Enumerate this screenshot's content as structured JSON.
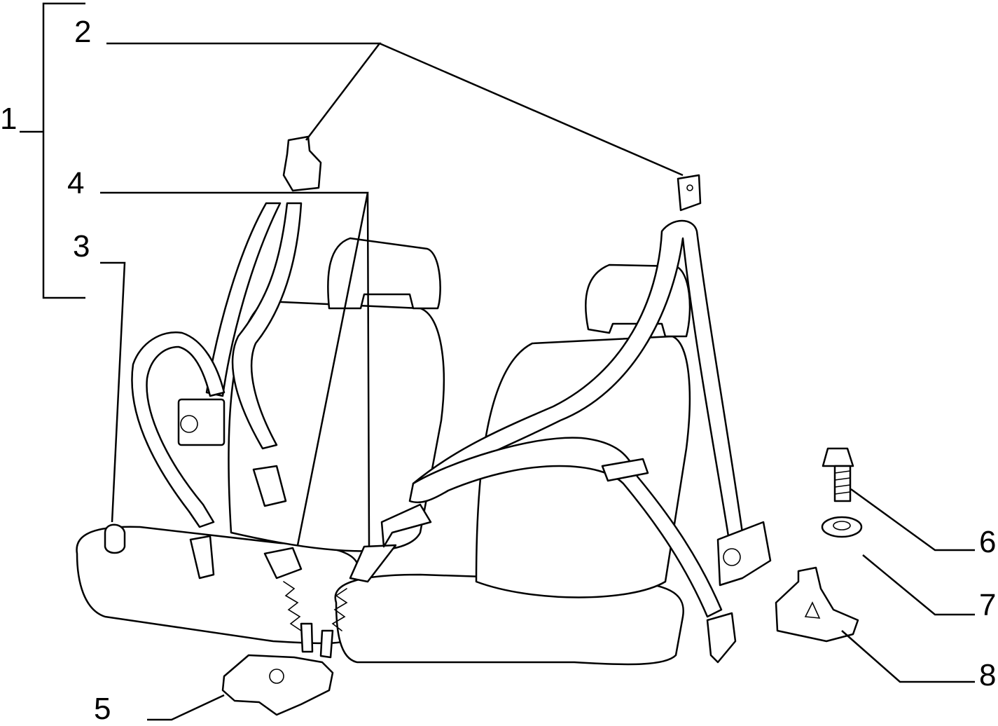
{
  "diagram": {
    "type": "exploded parts diagram - seat belts",
    "callouts": [
      {
        "id": "1",
        "label": "1"
      },
      {
        "id": "2",
        "label": "2"
      },
      {
        "id": "3",
        "label": "3"
      },
      {
        "id": "4",
        "label": "4"
      },
      {
        "id": "5",
        "label": "5"
      },
      {
        "id": "6",
        "label": "6"
      },
      {
        "id": "7",
        "label": "7"
      },
      {
        "id": "8",
        "label": "8"
      }
    ]
  }
}
